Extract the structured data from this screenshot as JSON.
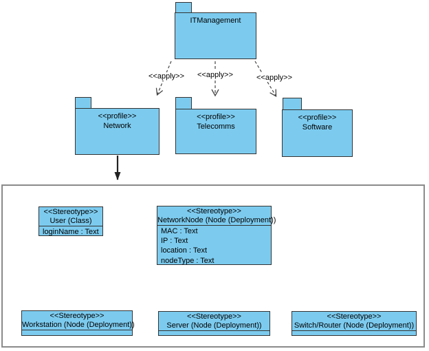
{
  "diagram": {
    "kind": "uml-profile-diagram",
    "colors": {
      "shape_fill": "#7CCBEF",
      "shape_border": "#333333",
      "container_border": "#8a8a8a",
      "connector": "#444444"
    },
    "model_package": {
      "name": "ITManagement"
    },
    "apply_connectors": [
      {
        "label": "<<apply>>"
      },
      {
        "label": "<<apply>>"
      },
      {
        "label": "<<apply>>"
      }
    ],
    "profile_packages": [
      {
        "stereotype": "<<profile>>",
        "name": "Network"
      },
      {
        "stereotype": "<<profile>>",
        "name": "Telecomms"
      },
      {
        "stereotype": "<<profile>>",
        "name": "Software"
      }
    ],
    "stereotype_classes": {
      "user": {
        "stereotype": "<<Stereotype>>",
        "name": "User (Class)",
        "attributes": [
          "loginName : Text"
        ]
      },
      "network_node": {
        "stereotype": "<<Stereotype>>",
        "name": "NetworkNode (Node (Deployment))",
        "attributes": [
          "MAC : Text",
          "IP : Text",
          "location : Text",
          "nodeType : Text"
        ]
      },
      "workstation": {
        "stereotype": "<<Stereotype>>",
        "name": "Workstation (Node (Deployment))"
      },
      "server": {
        "stereotype": "<<Stereotype>>",
        "name": "Server (Node (Deployment))"
      },
      "switch_router": {
        "stereotype": "<<Stereotype>>",
        "name": "Switch/Router (Node (Deployment))"
      }
    }
  }
}
